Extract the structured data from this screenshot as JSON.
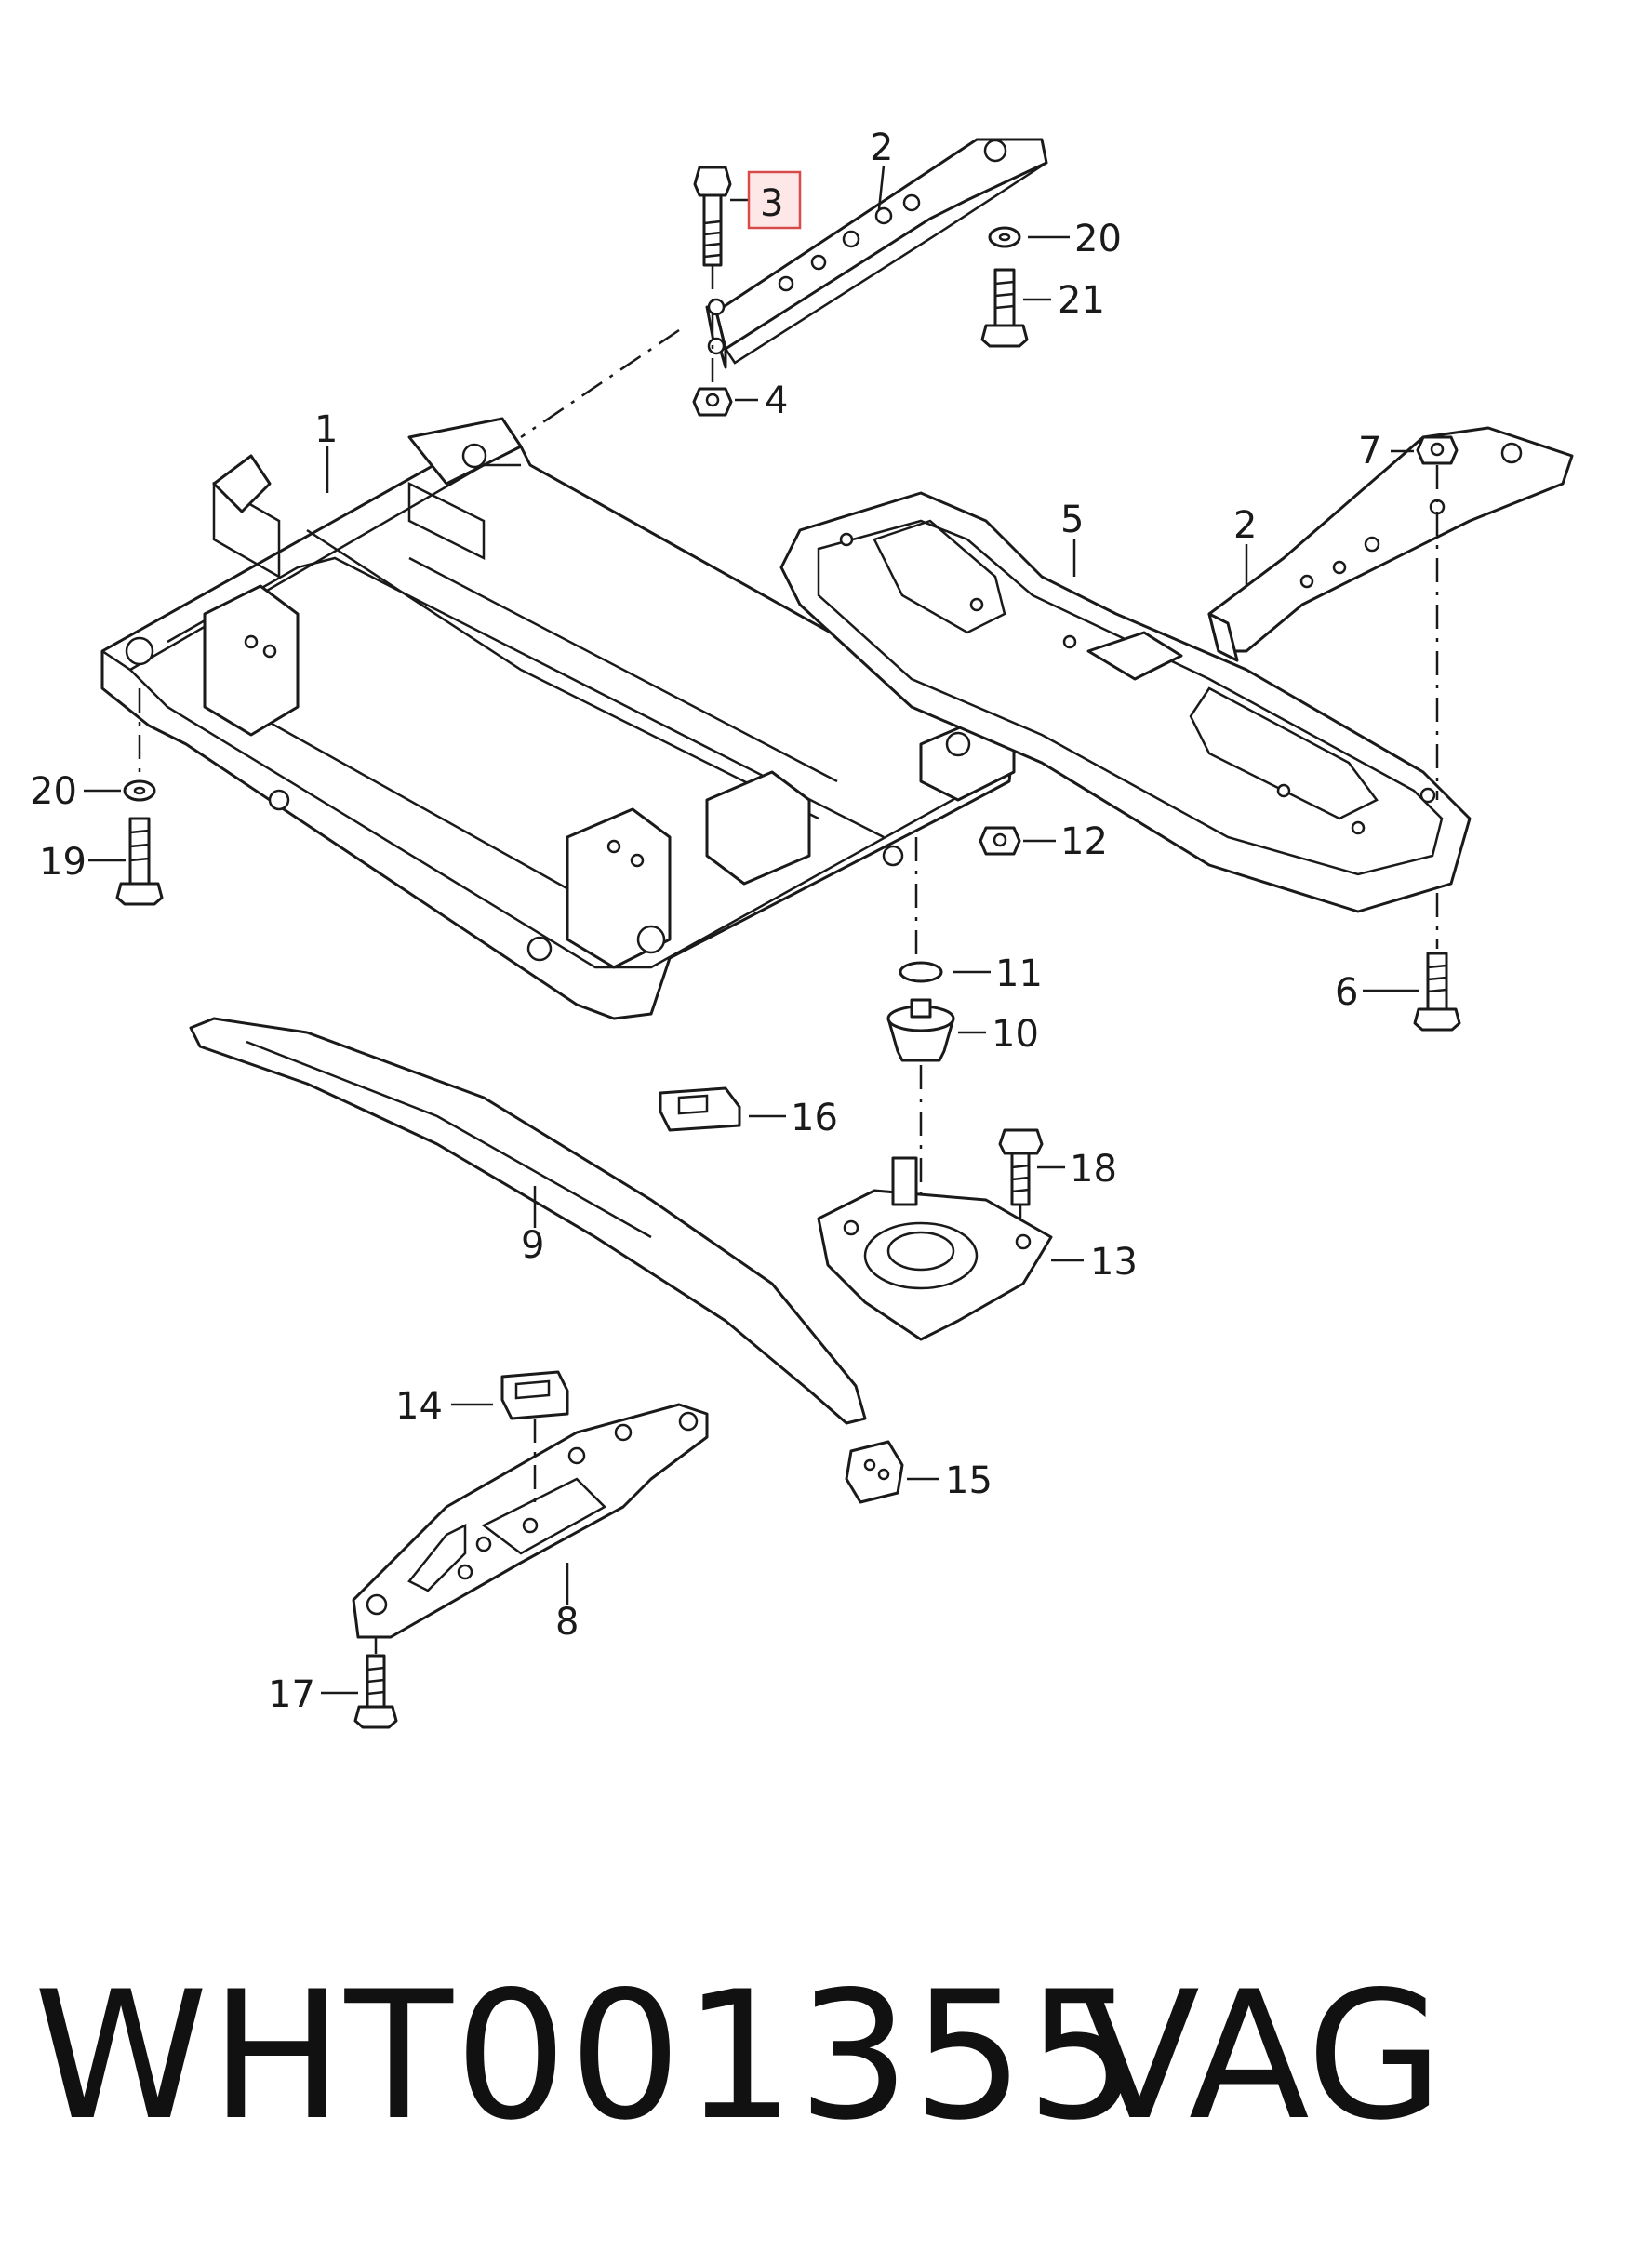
{
  "callouts": [
    "1",
    "2",
    "3",
    "4",
    "5",
    "2",
    "7",
    "20",
    "21",
    "20",
    "19",
    "12",
    "11",
    "10",
    "6",
    "16",
    "18",
    "13",
    "9",
    "14",
    "15",
    "8",
    "17"
  ],
  "highlighted_callout": "3",
  "footer": {
    "part_number": "WHT001355",
    "brand": "VAG"
  },
  "colors": {
    "line": "#1a1a1a",
    "highlight_fill": "#fde7e7",
    "highlight_stroke": "#d84b4b"
  }
}
